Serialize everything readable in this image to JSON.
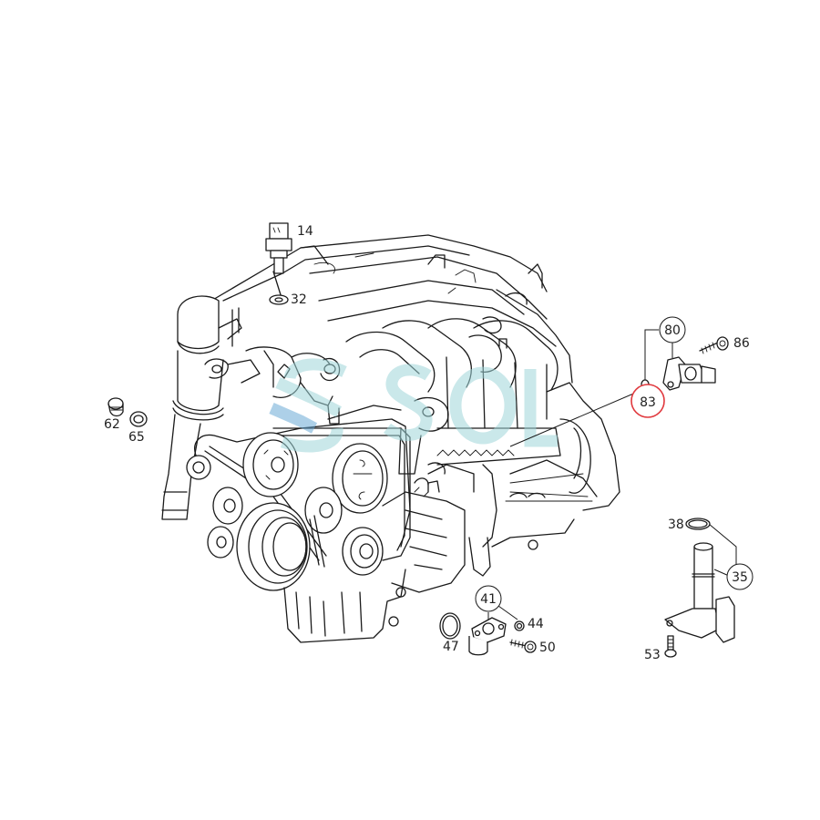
{
  "diagram": {
    "type": "exploded-parts-diagram",
    "subject": "engine assembly with sensors",
    "highlight_color": "#e0393e",
    "line_color": "#1a1a1a",
    "watermark": {
      "text": "SOL",
      "color": "#9fd6d8",
      "accent_color": "#6aa9d6"
    },
    "callouts": [
      {
        "id": "14",
        "label": "14",
        "part": "temperature sensor",
        "circled": false,
        "highlighted": false
      },
      {
        "id": "32",
        "label": "32",
        "part": "sealing ring",
        "circled": false,
        "highlighted": false
      },
      {
        "id": "62",
        "label": "62",
        "part": "plug",
        "circled": false,
        "highlighted": false
      },
      {
        "id": "65",
        "label": "65",
        "part": "sealing ring",
        "circled": false,
        "highlighted": false
      },
      {
        "id": "80",
        "label": "80",
        "part": "camshaft position sensor",
        "circled": true,
        "highlighted": false
      },
      {
        "id": "83",
        "label": "83",
        "part": "o-ring",
        "circled": true,
        "highlighted": true
      },
      {
        "id": "86",
        "label": "86",
        "part": "bolt",
        "circled": false,
        "highlighted": false
      },
      {
        "id": "38",
        "label": "38",
        "part": "o-ring",
        "circled": false,
        "highlighted": false
      },
      {
        "id": "35",
        "label": "35",
        "part": "oil level sensor",
        "circled": true,
        "highlighted": false
      },
      {
        "id": "53",
        "label": "53",
        "part": "bolt",
        "circled": false,
        "highlighted": false
      },
      {
        "id": "41",
        "label": "41",
        "part": "crankshaft position sensor",
        "circled": true,
        "highlighted": false
      },
      {
        "id": "44",
        "label": "44",
        "part": "o-ring",
        "circled": false,
        "highlighted": false
      },
      {
        "id": "47",
        "label": "47",
        "part": "sealing ring",
        "circled": false,
        "highlighted": false
      },
      {
        "id": "50",
        "label": "50",
        "part": "bolt",
        "circled": false,
        "highlighted": false
      }
    ]
  }
}
